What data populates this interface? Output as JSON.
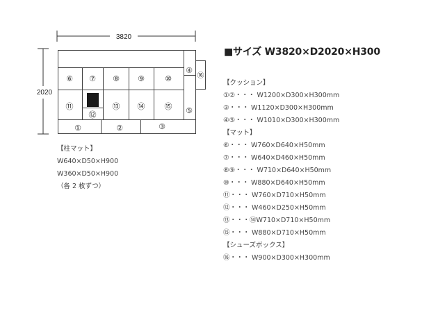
{
  "diagram": {
    "width_label": "3820",
    "depth_label": "2020",
    "cells": {
      "c6": "⑥",
      "c7": "⑦",
      "c8": "⑧",
      "c9": "⑨",
      "c10": "⑩",
      "c11": "⑪",
      "c12": "⑫",
      "c13": "⑬",
      "c14": "⑭",
      "c15": "⑮",
      "c1": "①",
      "c2": "②",
      "c3": "③",
      "c4": "④",
      "c5": "⑤",
      "c16": "⑯"
    }
  },
  "pillar_mat": {
    "title": "【柱マット】",
    "lines": [
      "W640×D50×H900",
      "W360×D50×H900",
      "（各 2 枚ずつ）"
    ]
  },
  "heading": "■サイズ W3820×D2020×H300",
  "specs": [
    "【クッション】",
    "①②・・・ W1200×D300×H300mm",
    "③・・・ W1120×D300×H300mm",
    "④⑤・・・ W1010×D300×H300mm",
    "【マット】",
    "⑥・・・ W760×D640×H50mm",
    "⑦・・・ W640×D460×H50mm",
    "⑧⑨・・・ W710×D640×H50mm",
    "⑩・・・ W880×D640×H50mm",
    "⑪・・・ W760×D710×H50mm",
    "⑫・・・ W460×D250×H50mm",
    "⑬・・・⑭W710×D710×H50mm",
    "⑮・・・ W880×D710×H50mm",
    "【シューズボックス】",
    "⑯・・・ W900×D300×H300mm"
  ]
}
